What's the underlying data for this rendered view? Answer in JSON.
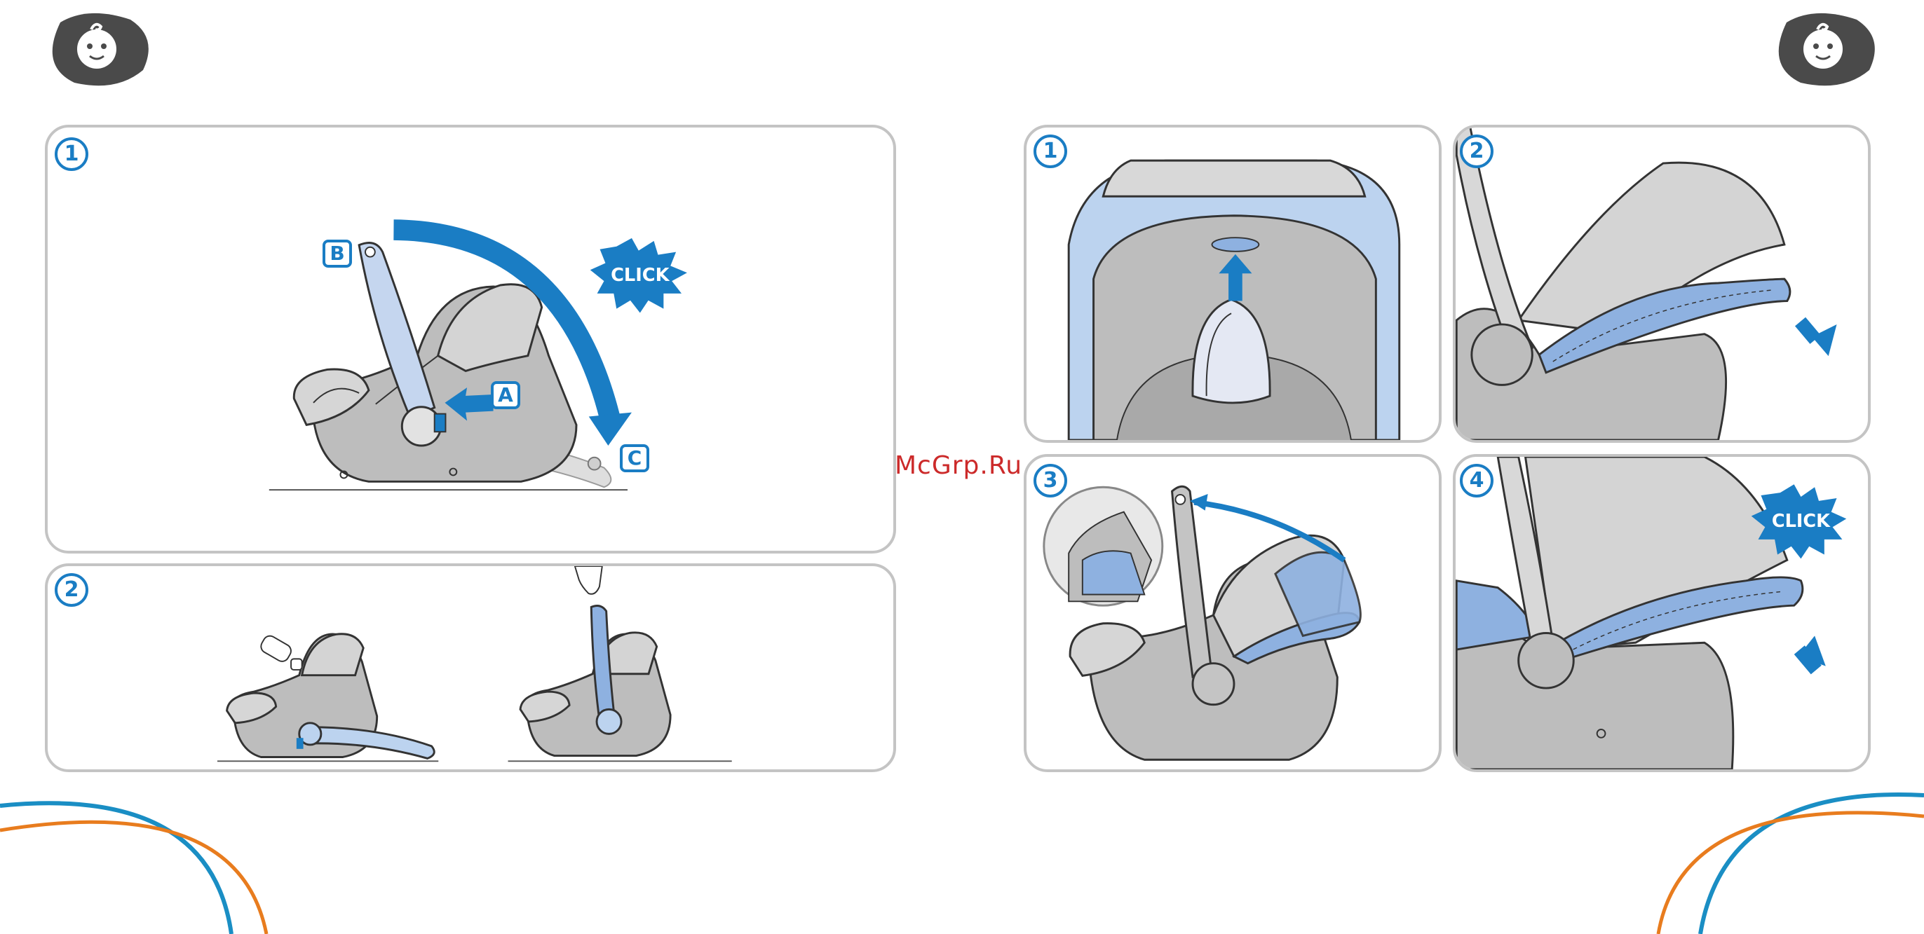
{
  "left_page": {
    "panel1": {
      "step": "1",
      "labels": {
        "a": "A",
        "b": "B",
        "c": "C"
      },
      "click": "CLICK"
    },
    "panel2": {
      "step": "2"
    }
  },
  "right_page": {
    "panel1": {
      "step": "1"
    },
    "panel2": {
      "step": "2"
    },
    "panel3": {
      "step": "3"
    },
    "panel4": {
      "step": "4",
      "click": "CLICK"
    }
  },
  "watermark": "McGrp.Ru",
  "icons": {
    "badge": "baby-face-icon"
  },
  "colors": {
    "accent_blue": "#1a7dc4",
    "light_blue": "#bcd3ef",
    "seat_gray": "#bdbdbd",
    "orange_swoosh": "#e87c1e",
    "badge_gray": "#4a4a4a"
  }
}
